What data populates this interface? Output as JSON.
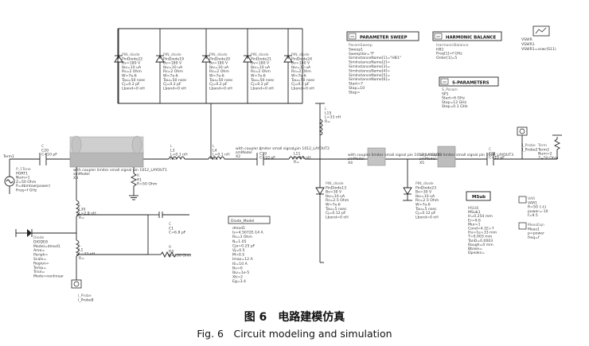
{
  "caption": {
    "cn": "图 6　电路建模仿真",
    "en": "Fig. 6　Circuit modeling and simulation"
  },
  "param_sweep": {
    "title": "PARAMETER SWEEP",
    "lines": [
      "ParamSweep",
      "Sweep1",
      "SweepVar=\"f\"",
      "SimInstanceName[1]=\"HB1\"",
      "SimInstanceName[2]=",
      "SimInstanceName[3]=",
      "SimInstanceName[4]=",
      "SimInstanceName[5]=",
      "SimInstanceName[6]=",
      "Start=7",
      "Stop=10",
      "Step="
    ]
  },
  "harmonic_balance": {
    "title": "HARMONIC BALANCE",
    "lines": [
      "HarmonicBalance",
      "HB1",
      "Freq[1]=f GHz",
      "Order[1]=5"
    ]
  },
  "s_parameters": {
    "title": "S-PARAMETERS",
    "lines": [
      "S_Param",
      "SP1",
      "Start=6 GHz",
      "Stop=12 GHz",
      "Step=0.1 GHz"
    ]
  },
  "vswr": {
    "lines": [
      "VSWR",
      "VSWR1",
      "VSWR1=vswr(S11)"
    ]
  },
  "pin_diodes_top": [
    {
      "name": "PIN_diode",
      "lines": [
        "PinDiode22",
        "Bv=180 V",
        "Ibv=10 uA",
        "Rs=2 Ohm",
        "W=7e-6",
        "Tau=50 nsec",
        "Cj=0.2 pF",
        "Lbond=0 nH"
      ]
    },
    {
      "name": "PIN_diode",
      "lines": [
        "PinDiode19",
        "Bv=180 V",
        "Ibv=10 uA",
        "Rs=2 Ohm",
        "W=7e-6",
        "Tau=50 nsec",
        "Cj=0.2 pF",
        "Lbond=0 nH"
      ]
    },
    {
      "name": "PIN_diode",
      "lines": [
        "PinDiode20",
        "Bv=180 V",
        "Ibv=10 uA",
        "Rs=2 Ohm",
        "W=7e-6",
        "Tau=50 nsec",
        "Cj=0.2 pF",
        "Lbond=0 nH"
      ]
    },
    {
      "name": "PIN_diode",
      "lines": [
        "PinDiode21",
        "Bv=180 V",
        "Ibv=10 uA",
        "Rs=2 Ohm",
        "W=7e-6",
        "Tau=50 nsec",
        "Cj=0.2 pF",
        "Lbond=0 nH"
      ]
    },
    {
      "name": "PIN_diode",
      "lines": [
        "PinDiode24",
        "Bv=180 V",
        "Ibv=10 uA",
        "Rs=2 Ohm",
        "W=7e-6",
        "Tau=50 nsec",
        "Cj=0.2 pF",
        "Lbond=0 nH"
      ]
    }
  ],
  "pin_diodes_bottom": [
    {
      "name": "PIN_diode",
      "lines": [
        "PinDiode13",
        "Bv=30 V",
        "Ibv=10 uA",
        "Rs=2.5 Ohm",
        "W=7e-6",
        "Tau=5 nsec",
        "Cj=0.12 pF",
        "Lbond=0 nH"
      ]
    },
    {
      "name": "PIN_diode",
      "lines": [
        "PinDiode23",
        "Bv=30 V",
        "Ibv=10 uA",
        "Rs=2.5 Ohm",
        "W=7e-6",
        "Tau=5 nsec",
        "Cj=0.12 pF",
        "Lbond=0 nH"
      ]
    }
  ],
  "port": {
    "lines": [
      "P_1Tone",
      "PORT1",
      "Num=1",
      "Z=50 Ohm",
      "P=dbmtow(power)",
      "Freq=f GHz"
    ]
  },
  "term": {
    "lines": [
      "Term",
      "Term2",
      "Num=2",
      "Z=50 Ohm"
    ]
  },
  "term_left_label": "Term1",
  "msub": {
    "title": "MSub",
    "lines": [
      "MSUB",
      "MSub1",
      "H=0.254 mm",
      "Er=9.6",
      "Mur=1",
      "Cond=4.1E+7",
      "Hu=1e+33 mm",
      "T=0.003 mm",
      "TanD=0.0003",
      "Rough=0 mm",
      "Bbase=",
      "Dpeaks="
    ]
  },
  "var": {
    "lines": [
      "VAR",
      "VAR1",
      "R=50 {-t}",
      "power=-10",
      "f=9.5"
    ]
  },
  "meas": {
    "lines": [
      "MeasEqn",
      "Meas1",
      "p=power",
      "freq=f"
    ]
  },
  "diode_model": {
    "title": "Diode_Model",
    "lines": [
      "dmod1",
      "Is=4.5072E-14 A",
      "Rs=3 Ohm",
      "N=1.05",
      "Cjo=0.25 pF",
      "Vj=0.5",
      "M=0.5",
      "Imax=12 A",
      "Iti=10 A",
      "Bv=0",
      "Ibv=1e-5",
      "Xti=2",
      "Eg=3.4"
    ]
  },
  "diode": {
    "lines": [
      "Diode",
      "DIODE8",
      "Model=dmod1",
      "Area=",
      "Periph=",
      "Scale=",
      "Region=",
      "Temp=",
      "Trise=",
      "Mode=nonlinear"
    ]
  },
  "probes": [
    {
      "lines": [
        "I_Probe",
        "I_Probe2"
      ]
    },
    {
      "lines": [
        "I_Probe",
        "I_Probe8"
      ]
    }
  ],
  "components": {
    "c20": [
      "C",
      "C20",
      "C=10 pF"
    ],
    "l3": [
      "L",
      "L3",
      "L=0.1 nH",
      "R="
    ],
    "l4": [
      "L",
      "L4",
      "L=0.1 nH",
      "R="
    ],
    "c19": [
      "C",
      "C19",
      "C=10 pF"
    ],
    "l11": [
      "L",
      "L11",
      "L=0.1 nH",
      "R="
    ],
    "l15": [
      "L",
      "L15",
      "L=33 nH",
      "R="
    ],
    "c_right": [
      "C",
      "C21",
      "C=10 pF"
    ],
    "r1": [
      "R",
      "R1",
      "R=50 Ohm"
    ],
    "l30": [
      "L",
      "L30",
      "L=2.8 nH",
      "R="
    ],
    "l1": [
      "L",
      "L1",
      "L=33 nH",
      "R="
    ],
    "c1": [
      "C",
      "C1",
      "C=6.8 pF"
    ],
    "r3": [
      "R",
      "R3",
      "R=200 Ohm"
    ]
  },
  "x_labels": {
    "x3": [
      "with coupler limiter small signal pin  1012_LAYOUT1",
      "smModel",
      "X3"
    ],
    "x2": [
      "with coupler limiter small signal pin  1012_LAYOUT2",
      "smModel",
      "X2"
    ],
    "x4": [
      "with coupler limiter small signal pin  1012_LAYOUT3",
      "smModel",
      "X4"
    ],
    "x5": [
      "with coupler limiter small signal pin  1012_LAYOUT3",
      "smModel",
      "X5"
    ]
  }
}
